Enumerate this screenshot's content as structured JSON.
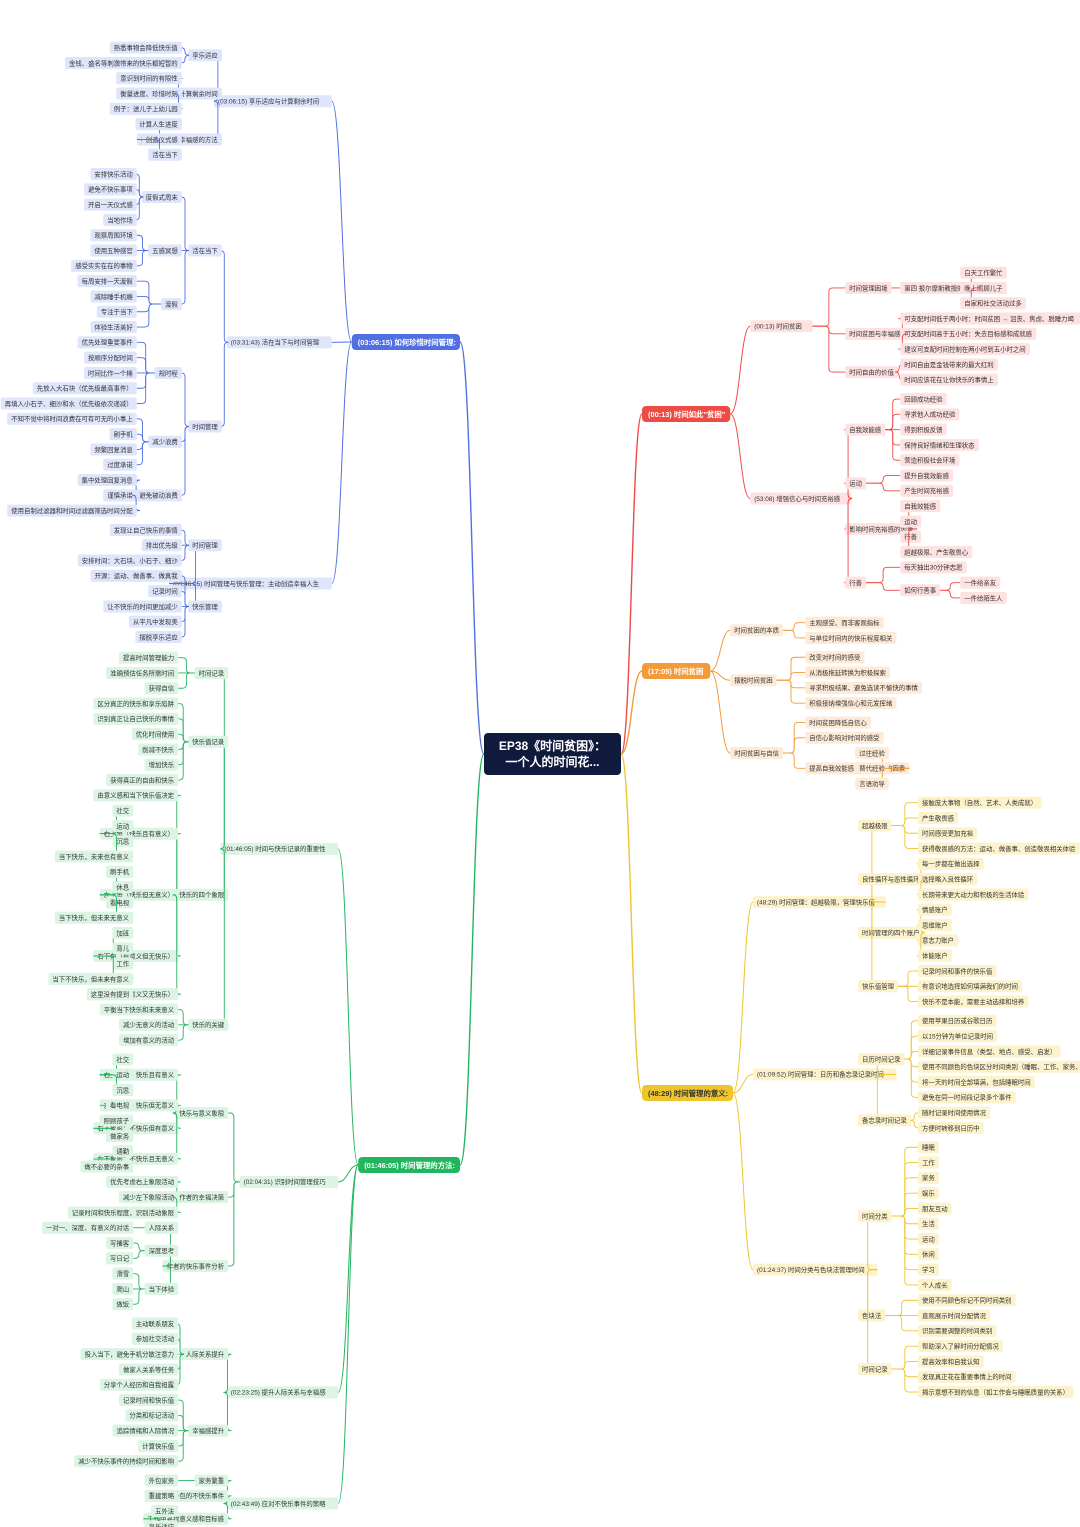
{
  "root": [
    "EP38《时间贫困》：",
    "一个人的时间花..."
  ],
  "colors": {
    "blue": "#4f6fe3",
    "red": "#ee4b45",
    "orange": "#f39a3a",
    "yellow": "#efc52e",
    "green": "#22b55f"
  },
  "branches": {
    "blue": {
      "title": "(03:06:15) 如何珍惜时间管理:",
      "groups": [
        {
          "title": "(03:06:15) 享乐适应与计算剩余时间",
          "subs": [
            {
              "title": "享乐适应",
              "items": [
                "熟悉事物会降低快乐值",
                "金钱、盛名等刺激带来的快乐都短暂的"
              ]
            },
            {
              "title": "计算剩余时间",
              "items": [
                "意识到时间的有限性",
                "衡量进度、珍惜时刻",
                "例子：送儿子上幼儿园"
              ]
            },
            {
              "title": "提升平凡生活幸福感的方法",
              "items": [
                "计算人生进度",
                "创造仪式感",
                "活在当下"
              ]
            }
          ]
        },
        {
          "title": "(03:31:43) 活在当下与时间管理",
          "subs": [
            {
              "title": "活在当下",
              "children": [
                {
                  "title": "度假式周末",
                  "items": [
                    "安排快乐活动",
                    "避免不快乐事项",
                    "开启一天仪式感",
                    "当地作场"
                  ]
                },
                {
                  "title": "五感冥想",
                  "items": [
                    "观察周围环境",
                    "使用五种感官",
                    "感受实实在在的事物"
                  ]
                },
                {
                  "title": "渡假",
                  "items": [
                    "每周安排一天渡假",
                    "减除睡手机瘾",
                    "专注于当下",
                    "体验生活美好"
                  ]
                }
              ]
            },
            {
              "title": "时间管理",
              "children": [
                {
                  "title": "规时程",
                  "items": [
                    "优先处理重要事件",
                    "按顺序分配时间",
                    "时间比作一个桶",
                    "先放入大石块（优先级最高事件）",
                    "再填入小石子、细沙和水（优先级依次递减）"
                  ]
                },
                {
                  "title": "减少浪费",
                  "items": [
                    "不知不觉中将时间浪费在可有可无的小事上",
                    "刷手机",
                    "频繁回复消息",
                    "过度承诺"
                  ]
                },
                {
                  "title": "避免被动浪费",
                  "items": [
                    "集中处理回复消息",
                    "谨慎承诺",
                    "使用自制过滤器和时间过滤器筛选时间分配"
                  ]
                }
              ]
            }
          ]
        },
        {
          "title": "(03:46:05) 时间管理与快乐管理：主动创造幸福人生",
          "subs": [
            {
              "title": "时间管理",
              "items": [
                "发现让自己快乐的事情",
                "排出优先级",
                "安排时间：大石块、小石子、细沙"
              ]
            },
            {
              "title": "快乐管理",
              "items": [
                "开源：运动、做善事、做真我",
                "记录时间",
                "让不快乐的时间更加减少",
                "从平凡中发现美",
                "摆脱享乐适应"
              ]
            }
          ]
        }
      ]
    },
    "green": {
      "title": "(01:46:05) 时间管理的方法:",
      "groups": [
        {
          "title": "(01:46:05) 时间与快乐记录的重要性",
          "subs": [
            {
              "title": "时间记录",
              "items": [
                "提高时间管理能力",
                "准确预估任务所需时间",
                "获得自信"
              ]
            },
            {
              "title": "快乐值记录",
              "items": [
                "区分真正的快乐和享乐陷阱",
                "识别真正让自己快乐的事情",
                "优化时间使用",
                "削减不快乐",
                "增加快乐",
                "获得真正的自由和快乐"
              ]
            },
            {
              "title": "快乐的四个象限",
              "children": [
                {
                  "title": "由意义感和当下快乐值决定",
                  "items": []
                },
                {
                  "title": "右上角（快乐且有意义）",
                  "items": [
                    "社交",
                    "运动",
                    "沉思",
                    "当下快乐，未来也有意义"
                  ]
                },
                {
                  "title": "左上角（快乐但无意义）",
                  "items": [
                    "刷手机",
                    "休息",
                    "看电视",
                    "当下快乐，但未来无意义"
                  ]
                },
                {
                  "title": "右下角（有意义但无快乐）",
                  "items": [
                    "加班",
                    "育儿",
                    "工作",
                    "当下不快乐，但未来有意义"
                  ]
                },
                {
                  "title": "左下角（既无意义又无快乐）",
                  "items": [
                    "这里没有提到"
                  ]
                }
              ]
            },
            {
              "title": "快乐的关键",
              "items": [
                "平衡当下快乐和未来意义",
                "减少无意义的活动",
                "增加有意义的活动"
              ]
            }
          ]
        },
        {
          "title": "(02:04:31) 识别时间管理技巧",
          "subs": [
            {
              "title": "快乐与意义象限",
              "children": [
                {
                  "title": "右上象限：快乐且有意义",
                  "items": [
                    "社交",
                    "运动",
                    "沉思"
                  ]
                },
                {
                  "title": "左上象限：快乐但无意义",
                  "items": [
                    "看电视"
                  ]
                },
                {
                  "title": "右下象限：不快乐但有意义",
                  "items": [
                    "照顾孩子",
                    "做家务"
                  ]
                },
                {
                  "title": "左下象限：不快乐且无意义",
                  "items": [
                    "通勤",
                    "做不必要的杂事"
                  ]
                }
              ]
            },
            {
              "title": "作者的幸福决策",
              "items": [
                "优先考虑右上象限活动",
                "减少左下象限活动",
                "记录时间和快乐程度，识别活动象限"
              ]
            },
            {
              "title": "作者的快乐事件分析",
              "children": [
                {
                  "title": "人际关系",
                  "items": [
                    "一对一、深度、有意义的对话"
                  ]
                },
                {
                  "title": "深度思考",
                  "items": [
                    "写播客",
                    "写日记"
                  ]
                },
                {
                  "title": "当下体验",
                  "items": [
                    "滑雪",
                    "爬山",
                    "做饭"
                  ]
                }
              ]
            }
          ]
        },
        {
          "title": "(02:23:25) 提升人际关系与幸福感",
          "subs": [
            {
              "title": "人际关系提升",
              "items": [
                "主动联系朋友",
                "参加社交活动",
                "投入当下，避免手机分散注意力",
                "做家人关系等任务",
                "分享个人经历和自我袒露"
              ]
            },
            {
              "title": "幸福感提升",
              "items": [
                "记录时间和快乐值",
                "分类和标记活动",
                "追踪情绪和人际情况",
                "计算快乐值",
                "减少不快乐事件的持续时间和影响"
              ]
            }
          ]
        },
        {
          "title": "(02:43:49) 应对不快乐事件的策略",
          "subs": [
            {
              "title": "家务繁重",
              "items": [
                "外包家务"
              ]
            },
            {
              "title": "无法外包的不快乐事件",
              "items": [
                "重建策略"
              ]
            },
            {
              "title": "工作中寻找意义感和目标感",
              "items": [
                "五外法",
                "享乐适应"
              ]
            }
          ]
        }
      ]
    },
    "red": {
      "title": "(00:13) 时间如此\"贫困\"",
      "groups": [
        {
          "title": "(00:13) 时间贫困",
          "subs": [
            {
              "title": "时间管理困境",
              "children": [
                {
                  "title": "第四 报尔摩斯教授的困境",
                  "items": [
                    "白天工作繁忙",
                    "晚上照顾儿子",
                    "自家和社交活动过多"
                  ]
                }
              ]
            },
            {
              "title": "时间贫困与幸福感",
              "items": [
                "可支配时间低于两小时：时间贫困 → 沮丧、焦虑、脱睡力竭",
                "可支配时间高于五小时：失去目标感和成就感",
                "建议可支配时间控制在两小时到五小时之间"
              ]
            },
            {
              "title": "时间自由的价值",
              "items": [
                "时间自由是金钱带来的最大红利",
                "时间应该花在让你快乐的事情上"
              ]
            }
          ]
        },
        {
          "title": "(53:08) 增强信心与时间充裕感",
          "subs": [
            {
              "title": "自我效能感",
              "items": [
                "回顾成功经验",
                "寻求他人成功经验",
                "得到积极反馈",
                "保持良好情绪和生理状态",
                "营造积极社会环境"
              ]
            },
            {
              "title": "运动",
              "items": [
                "提升自我效能感",
                "产生时间充裕感"
              ]
            },
            {
              "title": "影响时间充裕感的因素",
              "items": [
                "自我效能感",
                "运动",
                "行善",
                "超越极限、产生敬畏心"
              ]
            },
            {
              "title": "行善",
              "children": [
                {
                  "title": "每天抽出30分钟志愿",
                  "items": []
                },
                {
                  "title": "如何行善事",
                  "items": [
                    "一件给亲友",
                    "一件给陌生人"
                  ]
                }
              ]
            }
          ]
        }
      ]
    },
    "orange": {
      "title": "(17:05) 时间贫困",
      "groups": [
        {
          "title": "时间贫困的本质",
          "subs": [
            {
              "title": "主观感受、而非客观指标",
              "items": []
            },
            {
              "title": "与单位时间内的快乐程度相关",
              "items": []
            }
          ]
        },
        {
          "title": "摆脱时间贫困",
          "subs": [
            {
              "title": "改变对时间的感受",
              "items": []
            },
            {
              "title": "从消极拖延转换为积极探索",
              "items": []
            },
            {
              "title": "寻求积极结果、避免选读不愉快的事情",
              "items": []
            },
            {
              "title": "积极接纳增强信心和元发挥绪",
              "items": []
            }
          ]
        },
        {
          "title": "时间贫困与自信",
          "subs": [
            {
              "title": "时间贫困降低自信心",
              "items": []
            },
            {
              "title": "自信心影响对时间的感受",
              "items": []
            },
            {
              "title": "提高自我效能感（自信心）的因素",
              "items": [
                "过往经验",
                "替代经验",
                "言语劝导"
              ]
            }
          ]
        }
      ]
    },
    "yellow": {
      "title": "(48:29) 时间管理的意义:",
      "groups": [
        {
          "title": "(48:29) 时间管理：超越极限，管理快乐值",
          "subs": [
            {
              "title": "超越极限",
              "items": [
                "接触庞大事物（自然、艺术、人类成就）",
                "产生敬畏感",
                "时间感受更加充裕",
                "获得敬畏感的方法：运动、做善事、创造敬畏相关体验"
              ]
            },
            {
              "title": "良性循环与恶性循环",
              "items": [
                "每一步都在做出选择",
                "选择略入良性循环",
                "长期带来更大动力和积极的生活体验"
              ]
            },
            {
              "title": "时间管理的四个账户",
              "items": [
                "情感账户",
                "思维账户",
                "意志力账户",
                "体能账户"
              ]
            },
            {
              "title": "快乐值管理",
              "items": [
                "记录时间和事件的快乐值",
                "有意识地选择如何填满我们的时间",
                "快乐不是本能，需要主动选择和培养"
              ]
            }
          ]
        },
        {
          "title": "(01:09:52) 时间管理：日历和备忘录记录时间",
          "subs": [
            {
              "title": "日历时间记录",
              "items": [
                "使用苹果日历或谷歌日历",
                "以15分钟为单位记录时间",
                "详细记录事件信息（类型、地点、感受、启发）",
                "使用不同颜色的色块区分时间类别（睡眠、工作、家务、生活）",
                "将一天的时间全部填满，包括睡眠时间",
                "避免在同一时间段记录多个事件"
              ]
            },
            {
              "title": "备忘录时间记录",
              "items": [
                "随时记录时间使用情况",
                "方便时转移到日历中"
              ]
            }
          ]
        },
        {
          "title": "(01:24:37) 时间分类与色块法管理时间",
          "subs": [
            {
              "title": "时间分类",
              "items": [
                "睡眠",
                "工作",
                "家务",
                "娱乐",
                "朋友互动",
                "生活",
                "运动",
                "休闲",
                "学习",
                "个人成长"
              ]
            },
            {
              "title": "色块法",
              "items": [
                "使用不同颜色标记不同时间类别",
                "直观展示时间分配情况",
                "识别需要调整的时间类别"
              ]
            },
            {
              "title": "时间记录",
              "items": [
                "帮助深入了解时间分配情况",
                "提高效率和自我认知",
                "发现真正花在重要事情上的时间",
                "揭示意想不到的信息（如工作会与睡眠质量的关系）"
              ]
            }
          ]
        }
      ]
    }
  }
}
